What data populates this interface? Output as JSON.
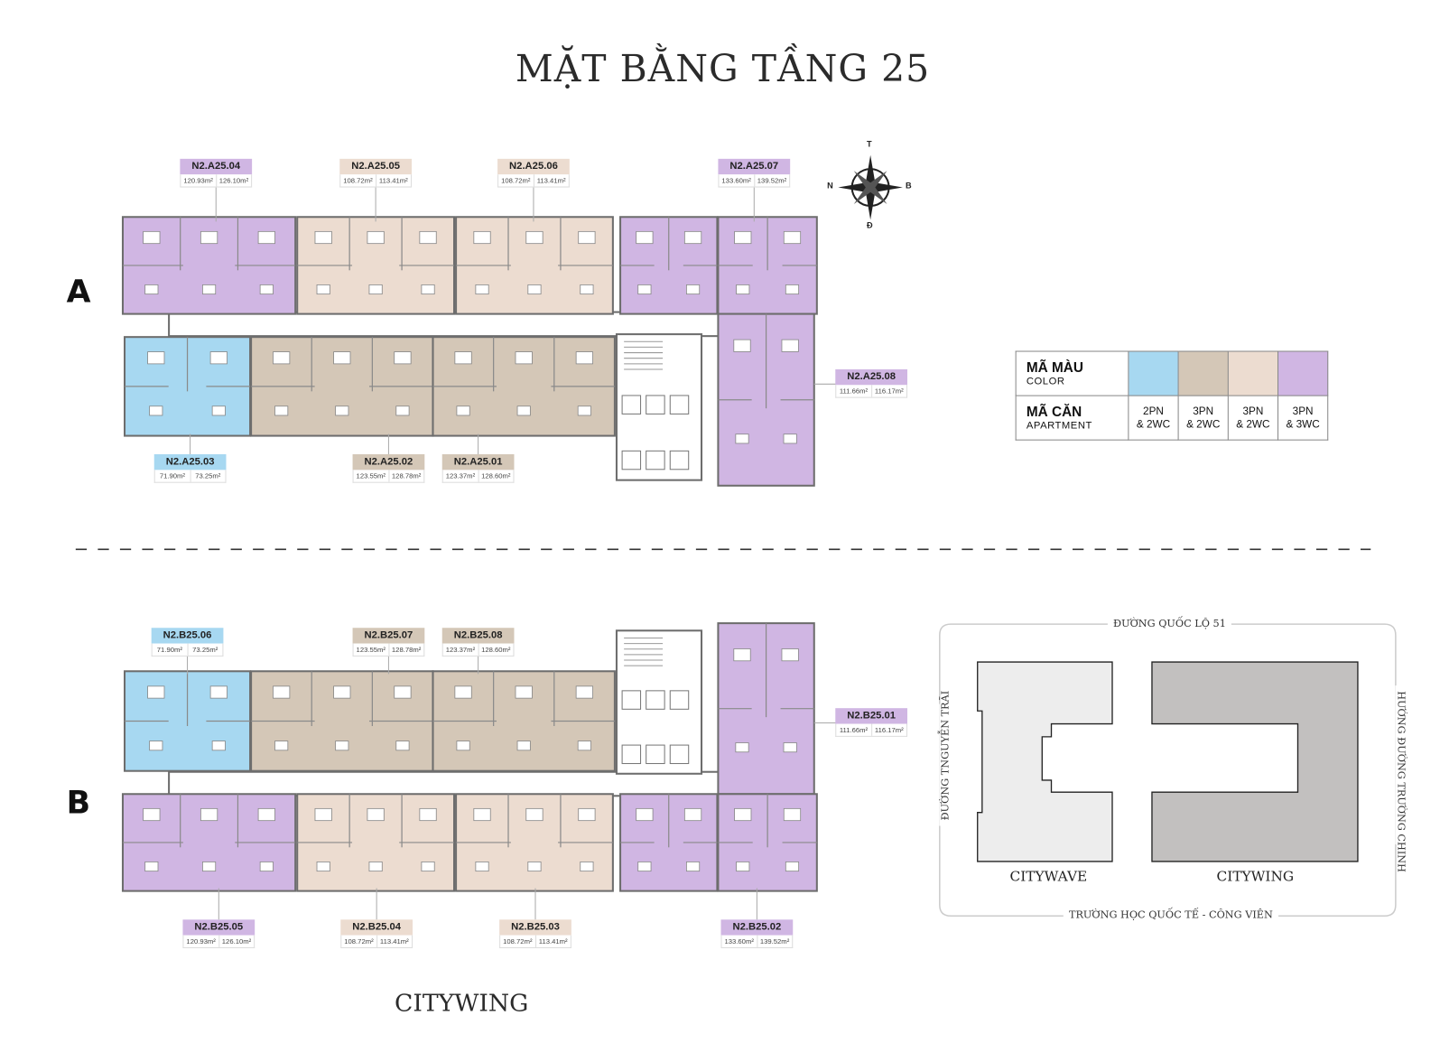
{
  "title": "MẶT BẰNG TẦNG 25",
  "buildings": {
    "a": "A",
    "b": "B"
  },
  "colors": {
    "2pn2wc": "#a7d8f1",
    "3pn2wc_dark": "#d4c7b7",
    "3pn2wc_light": "#ecdcd0",
    "3pn3wc": "#d0b6e3"
  },
  "units": {
    "a04": {
      "name": "N2.A25.04",
      "area1": "120.93m²",
      "area2": "126.10m²",
      "color": "#d0b6e3"
    },
    "a05": {
      "name": "N2.A25.05",
      "area1": "108.72m²",
      "area2": "113.41m²",
      "color": "#ecdcd0"
    },
    "a06": {
      "name": "N2.A25.06",
      "area1": "108.72m²",
      "area2": "113.41m²",
      "color": "#ecdcd0"
    },
    "a07": {
      "name": "N2.A25.07",
      "area1": "133.60m²",
      "area2": "139.52m²",
      "color": "#d0b6e3"
    },
    "a08": {
      "name": "N2.A25.08",
      "area1": "111.66m²",
      "area2": "116.17m²",
      "color": "#d0b6e3"
    },
    "a03": {
      "name": "N2.A25.03",
      "area1": "71.90m²",
      "area2": "73.25m²",
      "color": "#a7d8f1"
    },
    "a02": {
      "name": "N2.A25.02",
      "area1": "123.55m²",
      "area2": "128.78m²",
      "color": "#d4c7b7"
    },
    "a01": {
      "name": "N2.A25.01",
      "area1": "123.37m²",
      "area2": "128.60m²",
      "color": "#d4c7b7"
    },
    "b06": {
      "name": "N2.B25.06",
      "area1": "71.90m²",
      "area2": "73.25m²",
      "color": "#a7d8f1"
    },
    "b07": {
      "name": "N2.B25.07",
      "area1": "123.55m²",
      "area2": "128.78m²",
      "color": "#d4c7b7"
    },
    "b08": {
      "name": "N2.B25.08",
      "area1": "123.37m²",
      "area2": "128.60m²",
      "color": "#d4c7b7"
    },
    "b01": {
      "name": "N2.B25.01",
      "area1": "111.66m²",
      "area2": "116.17m²",
      "color": "#d0b6e3"
    },
    "b05": {
      "name": "N2.B25.05",
      "area1": "120.93m²",
      "area2": "126.10m²",
      "color": "#d0b6e3"
    },
    "b04": {
      "name": "N2.B25.04",
      "area1": "108.72m²",
      "area2": "113.41m²",
      "color": "#ecdcd0"
    },
    "b03": {
      "name": "N2.B25.03",
      "area1": "108.72m²",
      "area2": "113.41m²",
      "color": "#ecdcd0"
    },
    "b02": {
      "name": "N2.B25.02",
      "area1": "133.60m²",
      "area2": "139.52m²",
      "color": "#d0b6e3"
    }
  },
  "compass": {
    "north": "N",
    "top": "T",
    "east": "B",
    "bottom": "Đ"
  },
  "legend": {
    "color_label": "MÃ MÀU",
    "color_sub": "COLOR",
    "apt_label": "MÃ CĂN",
    "apt_sub": "APARTMENT",
    "types": [
      {
        "l1": "2PN",
        "l2": "& 2WC",
        "color": "#a7d8f1"
      },
      {
        "l1": "3PN",
        "l2": "& 2WC",
        "color": "#d4c7b7"
      },
      {
        "l1": "3PN",
        "l2": "& 2WC",
        "color": "#ecdcd0"
      },
      {
        "l1": "3PN",
        "l2": "& 3WC",
        "color": "#d0b6e3"
      }
    ]
  },
  "site": {
    "north_road": "ĐƯỜNG QUỐC LỘ 51",
    "west_road": "ĐƯỜNG TNGUYỄN TRÃI",
    "east_road": "HƯỚNG ĐƯỜNG TRƯỜNG CHINH",
    "south": "TRƯỜNG HỌC QUỐC TẾ - CÔNG VIÊN",
    "citywave": "CITYWAVE",
    "citywing": "CITYWING"
  },
  "footer": "CITYWING"
}
